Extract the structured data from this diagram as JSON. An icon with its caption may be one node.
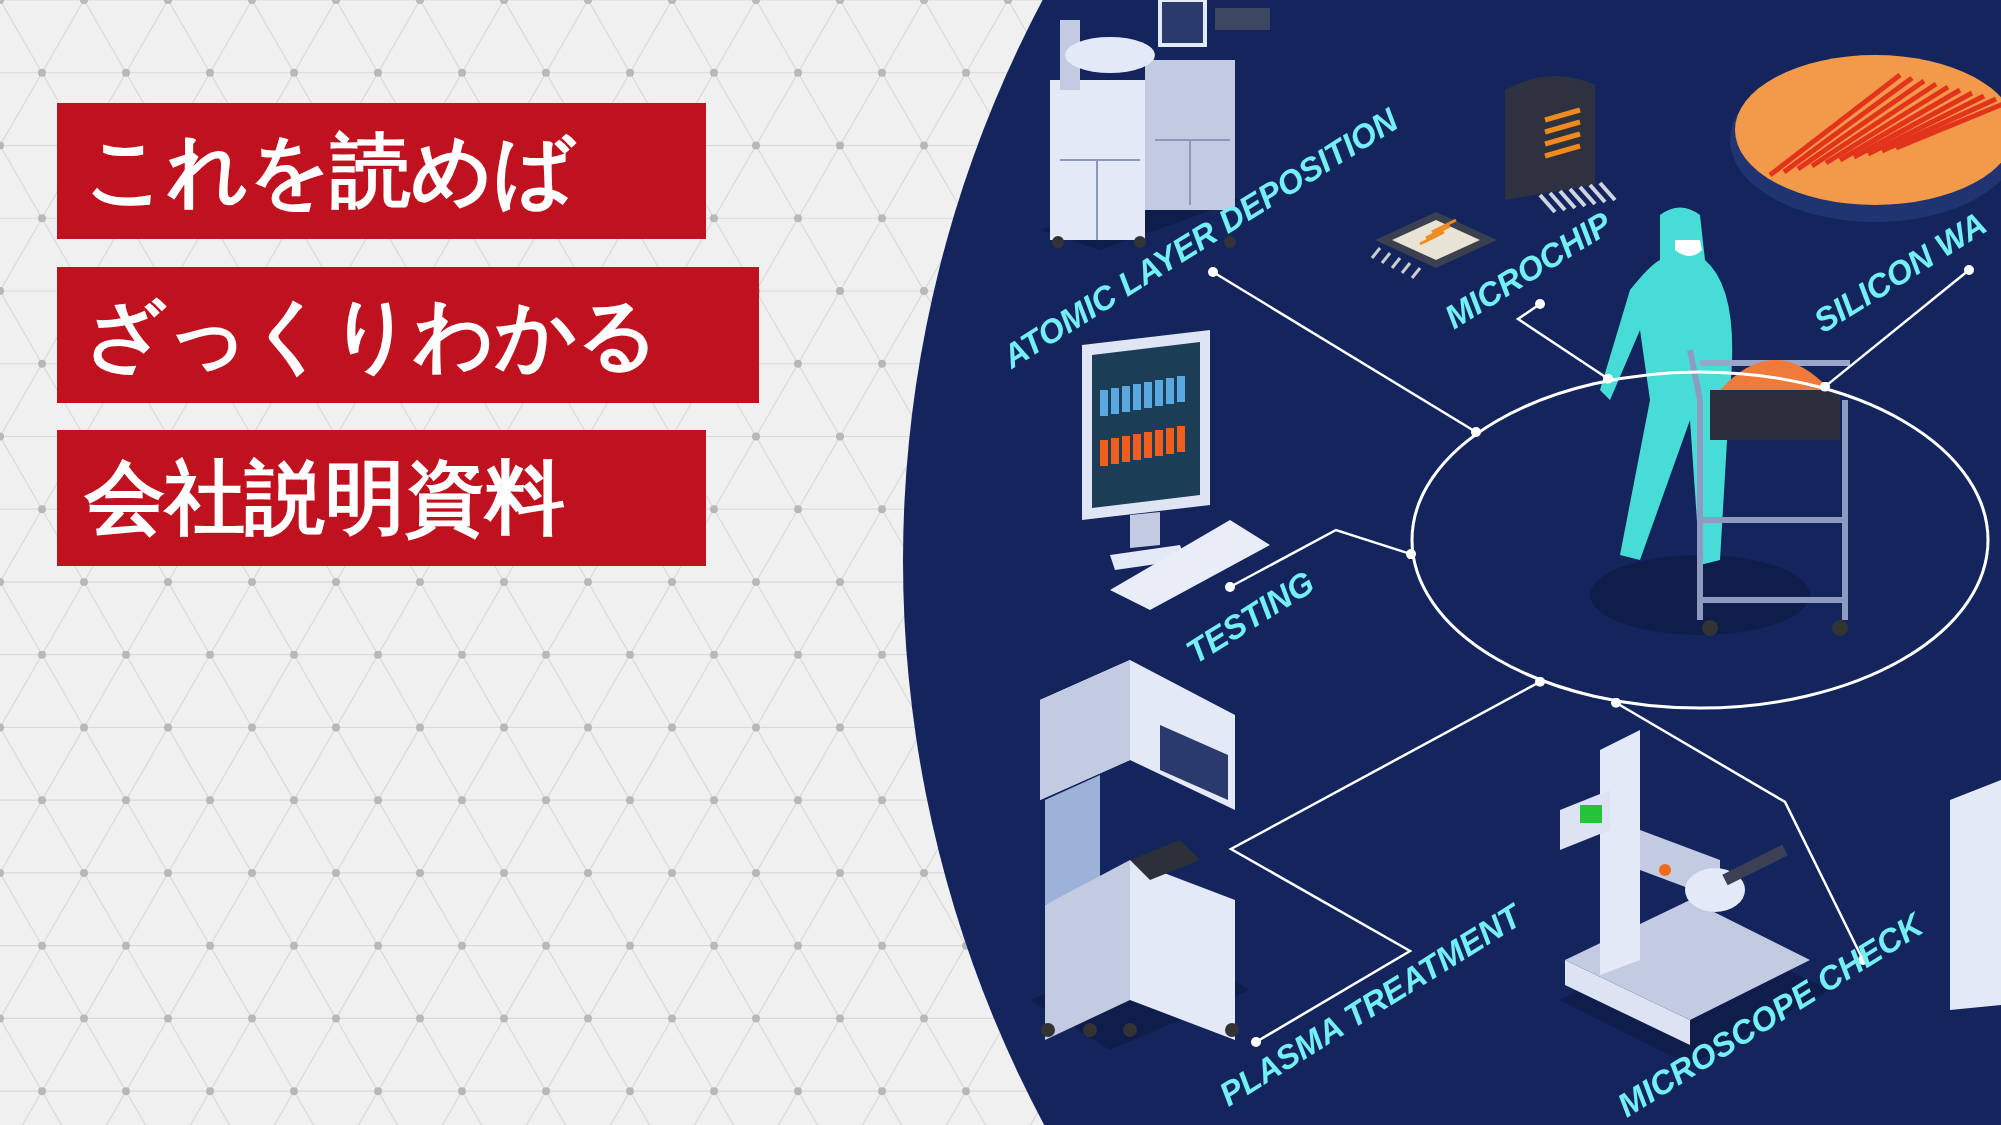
{
  "diagram": {
    "nodes": [
      {
        "text": [
          "これを読めば"
        ]
      },
      {
        "text": [
          "ざっくりわかる"
        ]
      },
      {
        "text": [
          "会社説明資料"
        ]
      },
      {
        "text": [
          "ATOMIC LAYER DEPOSITION"
        ]
      },
      {
        "text": [
          "MICROCHIP"
        ]
      },
      {
        "text": [
          "SILICON WA"
        ]
      },
      {
        "text": [
          "TESTING"
        ]
      },
      {
        "text": [
          "PLASMA TREATMENT"
        ]
      },
      {
        "text": [
          "MICROSCOPE CHECK"
        ]
      },
      {
        "text": [],
        "shape": "circle"
      }
    ],
    "edges": [
      {
        "from": 3,
        "to": 9,
        "arrow": "other"
      },
      {
        "from": 4,
        "to": 9,
        "arrow": "other"
      },
      {
        "from": 5,
        "to": 9,
        "arrow": "other"
      },
      {
        "from": 6,
        "to": 9,
        "arrow": "other"
      },
      {
        "from": 7,
        "to": 9,
        "arrow": "other"
      },
      {
        "from": 8,
        "to": 9,
        "arrow": "other"
      }
    ]
  }
}
